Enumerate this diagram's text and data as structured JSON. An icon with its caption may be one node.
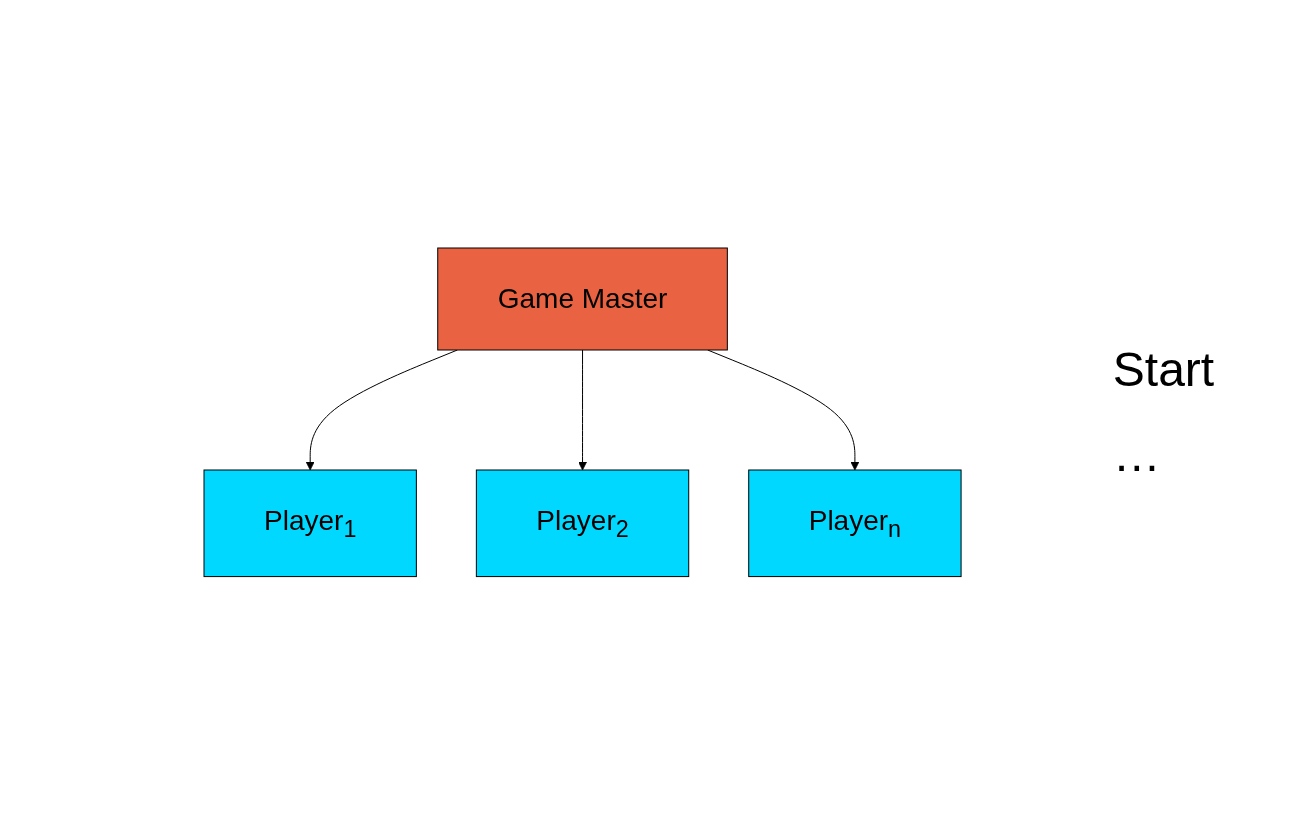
{
  "diagram": {
    "nodes": [
      {
        "text": [
          "Game Master"
        ]
      },
      {
        "text": [
          "Player$_{1}$"
        ]
      },
      {
        "text": [
          "Player$_{2}$"
        ]
      },
      {
        "text": [
          "Player$_{n}$"
        ]
      }
    ],
    "edges": [
      {
        "from": 0,
        "to": 1,
        "arrow": "to"
      },
      {
        "from": 0,
        "to": 2,
        "arrow": "to"
      },
      {
        "from": 0,
        "to": 3,
        "arrow": "to"
      }
    ],
    "labels": [
      "Start",
      "…"
    ]
  }
}
